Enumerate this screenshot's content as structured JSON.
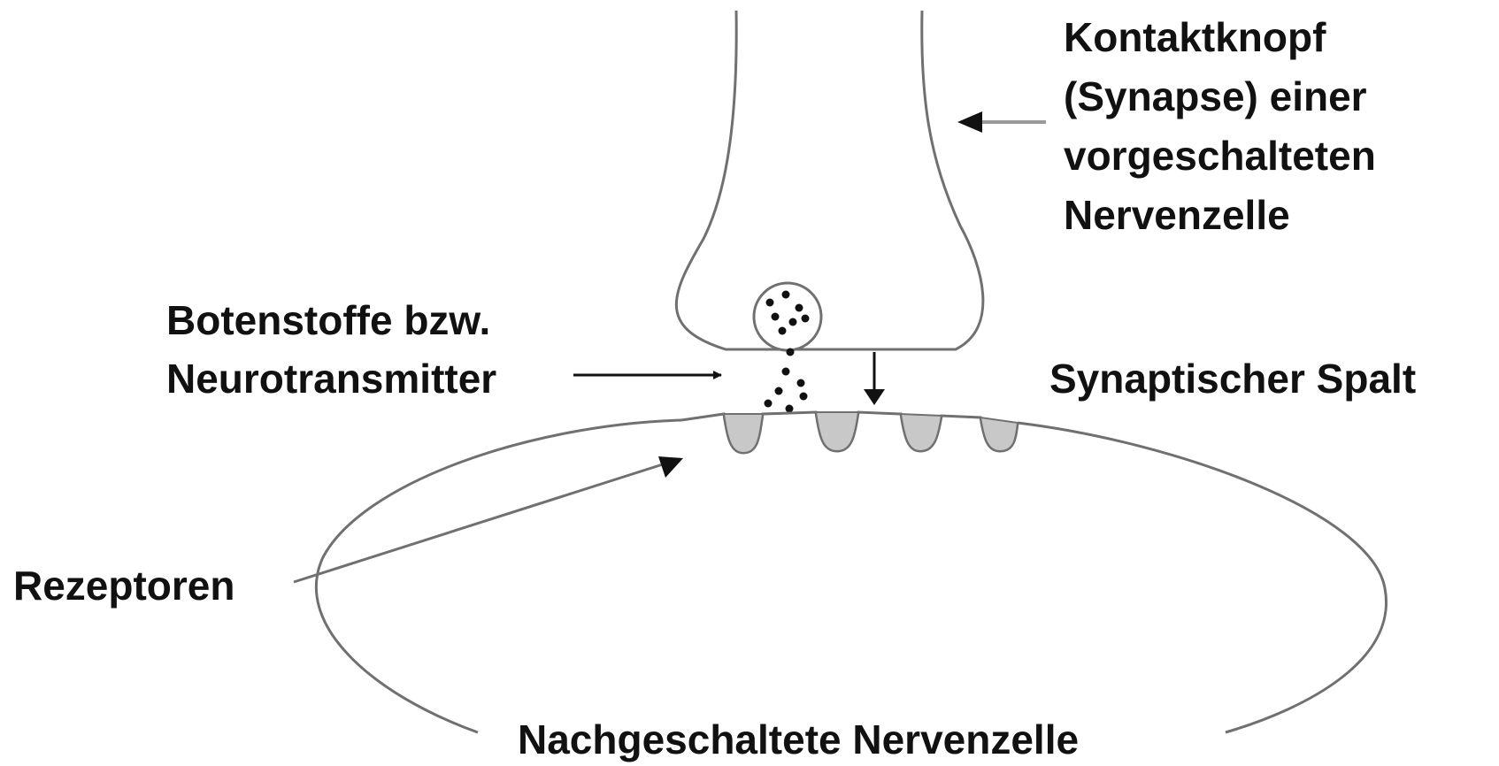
{
  "labels": {
    "presynaptic": [
      "Kontaktknopf",
      "(Synapse) einer",
      "vorgeschalteten",
      "Nervenzelle"
    ],
    "transmitter": [
      "Botenstoffe bzw.",
      "Neurotransmitter"
    ],
    "cleft": "Synaptischer Spalt",
    "receptors": "Rezeptoren",
    "postsynaptic": "Nachgeschaltete Nervenzelle"
  },
  "colors": {
    "outline": "#707070",
    "receptor_fill": "#c8c8c8",
    "text": "#111111",
    "arrow": "#111111",
    "pointer_arrow": "#9a9a9a"
  }
}
